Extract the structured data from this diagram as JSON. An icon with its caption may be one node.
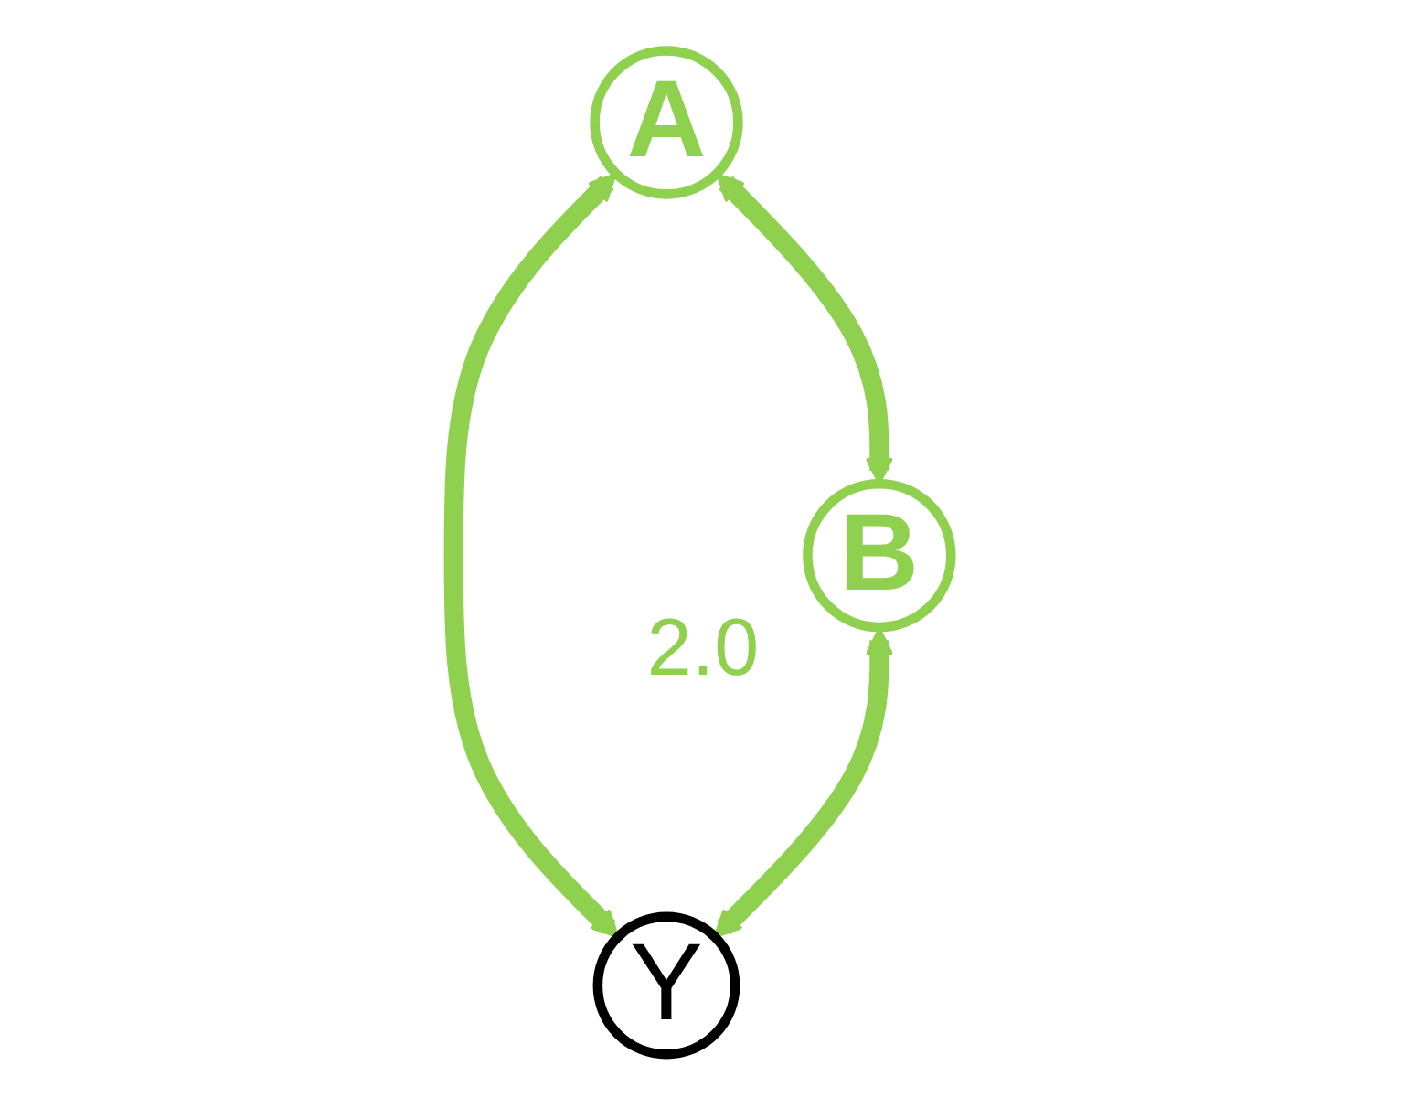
{
  "diagram": {
    "nodes": [
      {
        "text": [
          "A"
        ]
      },
      {
        "text": [
          "B"
        ]
      },
      {
        "text": [
          "Y"
        ]
      }
    ],
    "edges": [
      {
        "from": 0,
        "to": 1,
        "arrow": "both"
      },
      {
        "from": 0,
        "to": 2,
        "arrow": "both"
      },
      {
        "from": 1,
        "to": 2,
        "arrow": "both"
      }
    ],
    "labels": [
      "2.0"
    ]
  }
}
